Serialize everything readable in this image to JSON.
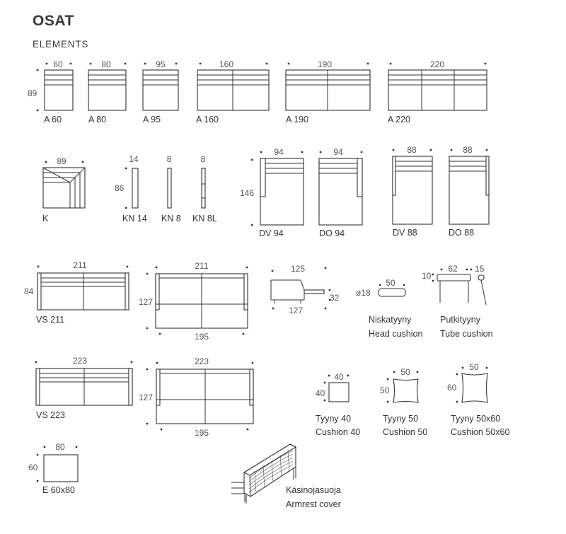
{
  "header": {
    "title": "OSAT",
    "subtitle": "ELEMENTS"
  },
  "modules": {
    "a60": {
      "label": "A 60",
      "w": "60",
      "h": "89"
    },
    "a80": {
      "label": "A 80",
      "w": "80"
    },
    "a95": {
      "label": "A 95",
      "w": "95"
    },
    "a160": {
      "label": "A 160",
      "w": "160"
    },
    "a190": {
      "label": "A 190",
      "w": "190"
    },
    "a220": {
      "label": "A 220",
      "w": "220"
    },
    "k": {
      "label": "K",
      "w": "89"
    },
    "kn14": {
      "label": "KN 14",
      "w": "14",
      "h": "86"
    },
    "kn8": {
      "label": "KN 8",
      "w": "8"
    },
    "kn8l": {
      "label": "KN 8L",
      "w": "8"
    },
    "dv94": {
      "label": "DV 94",
      "w": "94",
      "h": "146"
    },
    "do94": {
      "label": "DO 94",
      "w": "94"
    },
    "dv88": {
      "label": "DV 88",
      "w": "88"
    },
    "do88": {
      "label": "DO 88",
      "w": "88"
    },
    "vs211": {
      "label": "VS 211",
      "w": "211",
      "h": "84"
    },
    "bed211": {
      "w": "211",
      "h": "127",
      "inner": "195"
    },
    "side": {
      "w": "125",
      "d": "127",
      "h": "32"
    },
    "head": {
      "label_fi": "Niskatyyny",
      "label_en": "Head cushion",
      "w": "50",
      "d": "ø18"
    },
    "tube": {
      "label_fi": "Putkityyny",
      "label_en": "Tube cushion",
      "w": "62",
      "h": "10",
      "d": "15"
    },
    "vs223": {
      "label": "VS 223",
      "w": "223"
    },
    "bed223": {
      "w": "223",
      "h": "127",
      "inner": "195"
    },
    "c40": {
      "label_fi": "Tyyny 40",
      "label_en": "Cushion 40",
      "w": "40",
      "h": "40"
    },
    "c50": {
      "label_fi": "Tyyny 50",
      "label_en": "Cushion 50",
      "w": "50",
      "h": "50"
    },
    "c5060": {
      "label_fi": "Tyyny 50x60",
      "label_en": "Cushion 50x60",
      "w": "50",
      "h": "60"
    },
    "e6080": {
      "label": "E 60x80",
      "w": "80",
      "h": "60"
    },
    "armrest": {
      "label_fi": "Käsinojasuoja",
      "label_en": "Armrest cover"
    }
  }
}
